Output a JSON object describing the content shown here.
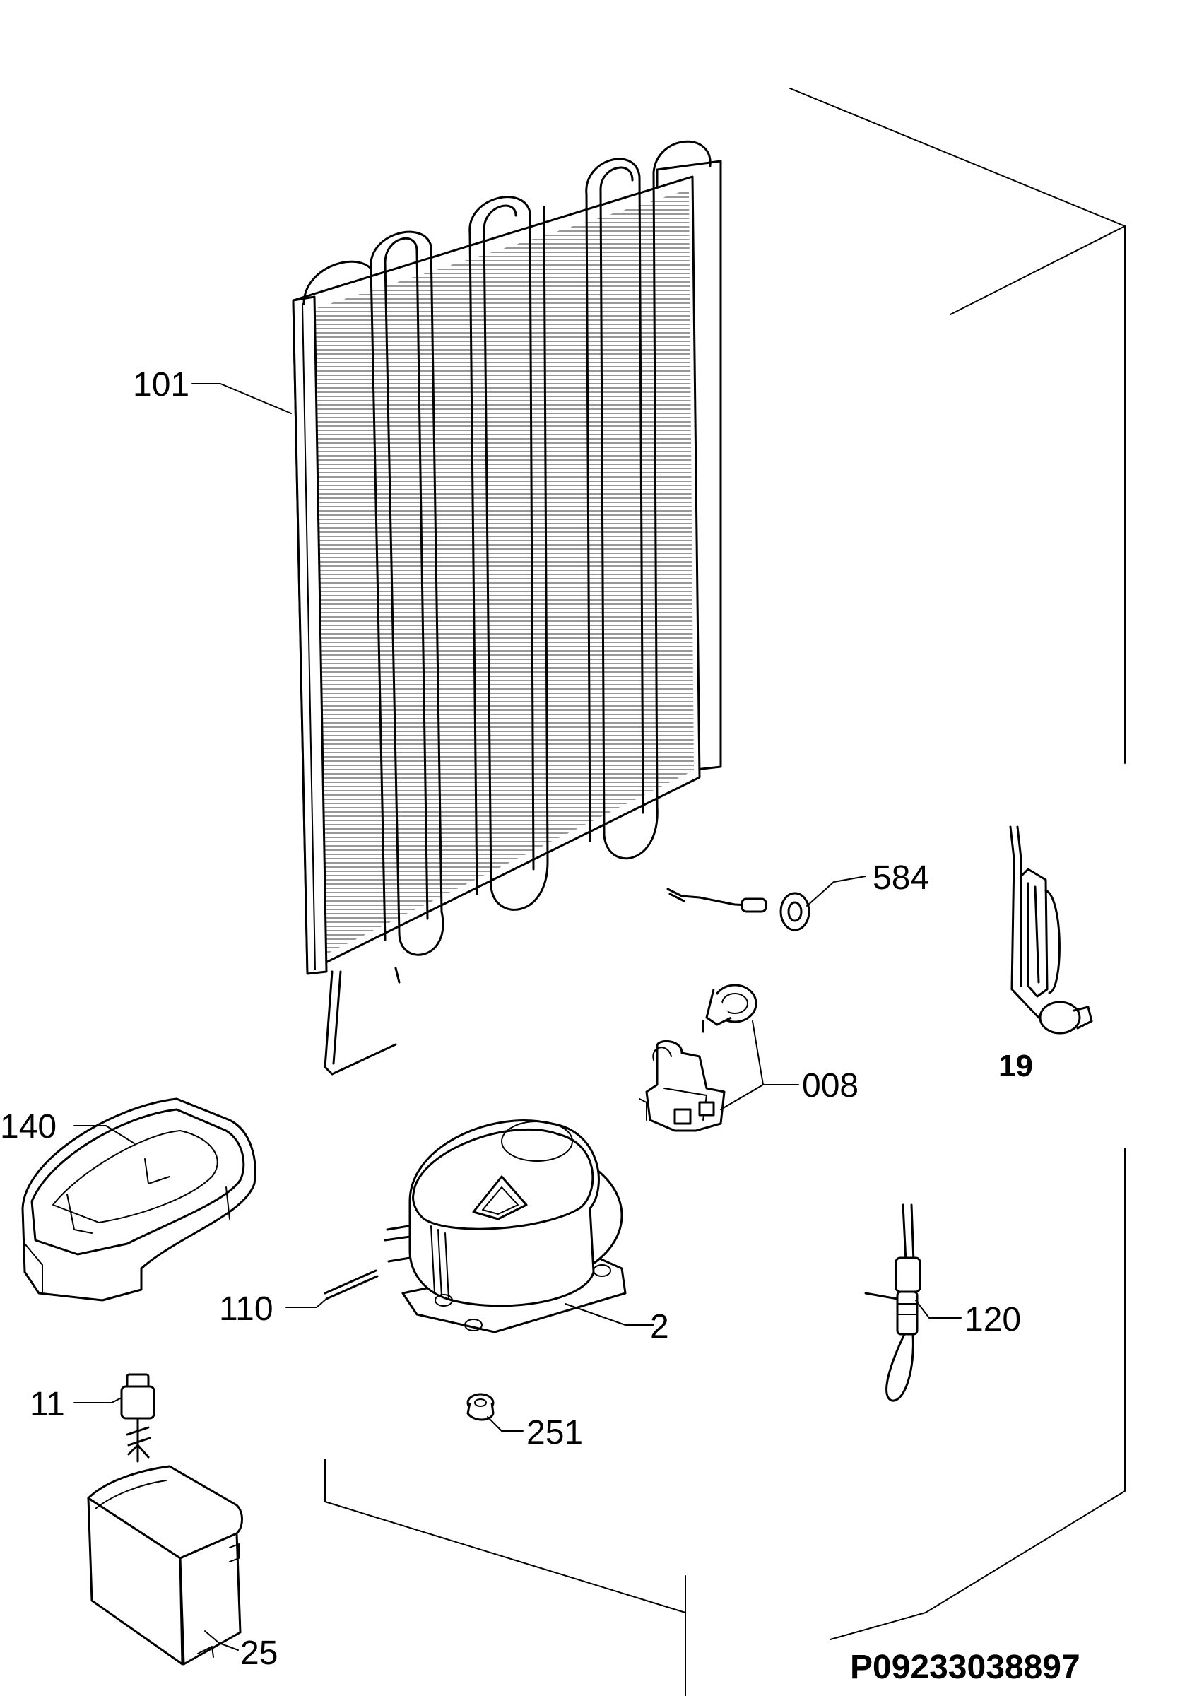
{
  "callouts": {
    "c101": "101",
    "c584": "584",
    "c19": "19",
    "c008": "008",
    "c140": "140",
    "c110": "110",
    "c2": "2",
    "c120": "120",
    "c11": "11",
    "c251": "251",
    "c25": "25"
  },
  "diagram_code": "P09233038897"
}
